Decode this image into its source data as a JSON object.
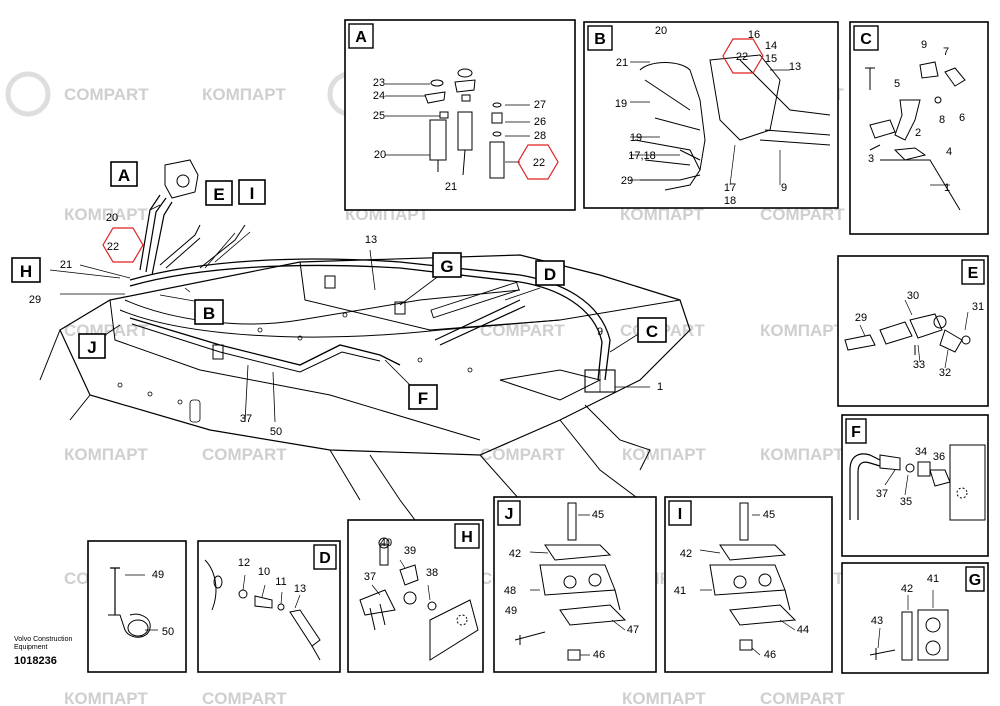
{
  "watermark": {
    "latin": "COMPART",
    "cyrillic": "КОМПАРТ"
  },
  "footer": {
    "maker_line1": "Volvo Construction",
    "maker_line2": "Equipment",
    "drawing_number": "1018236"
  },
  "main": {
    "callouts": [
      "A",
      "E",
      "I",
      "H",
      "B",
      "J",
      "G",
      "D",
      "C",
      "F"
    ],
    "numbers": [
      "20",
      "22",
      "21",
      "29",
      "13",
      "9",
      "1",
      "37",
      "50"
    ]
  },
  "panels": {
    "A": {
      "letter": "A",
      "numbers": [
        "23",
        "24",
        "25",
        "20",
        "21",
        "27",
        "26",
        "28",
        "22"
      ]
    },
    "B": {
      "letter": "B",
      "numbers": [
        "20",
        "16",
        "22",
        "14",
        "15",
        "21",
        "13",
        "19",
        "19",
        "17,18",
        "29",
        "17",
        "18",
        "9"
      ]
    },
    "C": {
      "letter": "C",
      "numbers": [
        "9",
        "7",
        "5",
        "6",
        "8",
        "2",
        "3",
        "4",
        "1"
      ]
    },
    "E": {
      "letter": "E",
      "numbers": [
        "30",
        "31",
        "29",
        "33",
        "32"
      ]
    },
    "F": {
      "letter": "F",
      "numbers": [
        "34",
        "36",
        "37",
        "35"
      ]
    },
    "G": {
      "letter": "G",
      "numbers": [
        "42",
        "41",
        "43"
      ]
    },
    "I": {
      "letter": "I",
      "numbers": [
        "45",
        "42",
        "41",
        "44",
        "46"
      ]
    },
    "J": {
      "letter": "J",
      "numbers": [
        "45",
        "42",
        "48",
        "49",
        "47",
        "46"
      ]
    },
    "H": {
      "letter": "H",
      "numbers": [
        "40",
        "39",
        "37",
        "38"
      ]
    },
    "D": {
      "letter": "D",
      "numbers": [
        "12",
        "10",
        "11",
        "13"
      ]
    },
    "clamp": {
      "numbers": [
        "49",
        "50"
      ]
    }
  }
}
